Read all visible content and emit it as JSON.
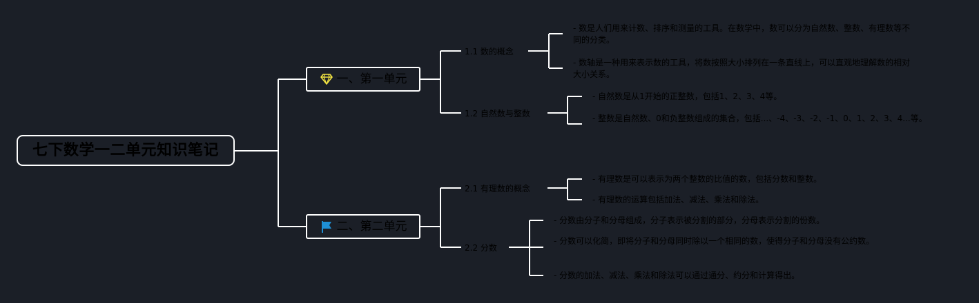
{
  "root": {
    "title": "七下数学一二单元知识笔记"
  },
  "units": [
    {
      "title": "一、第一单元",
      "icon": "diamond-icon",
      "icon_color": "#f5e642",
      "sections": [
        {
          "title": "1.1 数的概念",
          "notes": [
            "- 数是人们用来计数、排序和测量的工具。在数学中，数可以分为自然数、整数、有理数等不同的分类。",
            "- 数轴是一种用来表示数的工具，将数按照大小排列在一条直线上，可以直观地理解数的相对大小关系。"
          ]
        },
        {
          "title": "1.2 自然数与整数",
          "notes": [
            "- 自然数是从1开始的正整数，包括1、2、3、4等。",
            "- 整数是自然数、0和负整数组成的集合，包括...、-4、-3、-2、-1、0、1、2、3、4...等。"
          ]
        }
      ]
    },
    {
      "title": "二、第二单元",
      "icon": "flag-icon",
      "icon_color": "#1e90d6",
      "sections": [
        {
          "title": "2.1 有理数的概念",
          "notes": [
            "- 有理数是可以表示为两个整数的比值的数，包括分数和整数。",
            "- 有理数的运算包括加法、减法、乘法和除法。"
          ]
        },
        {
          "title": "2.2 分数",
          "notes": [
            "- 分数由分子和分母组成，分子表示被分割的部分，分母表示分割的份数。",
            "- 分数可以化简，即将分子和分母同时除以一个相同的数，使得分子和分母没有公约数。",
            "- 分数的加法、减法、乘法和除法可以通过通分、约分和计算得出。"
          ]
        }
      ]
    }
  ],
  "colors": {
    "background": "#1b1f27",
    "line": "#ffffff",
    "text": "#000000"
  }
}
